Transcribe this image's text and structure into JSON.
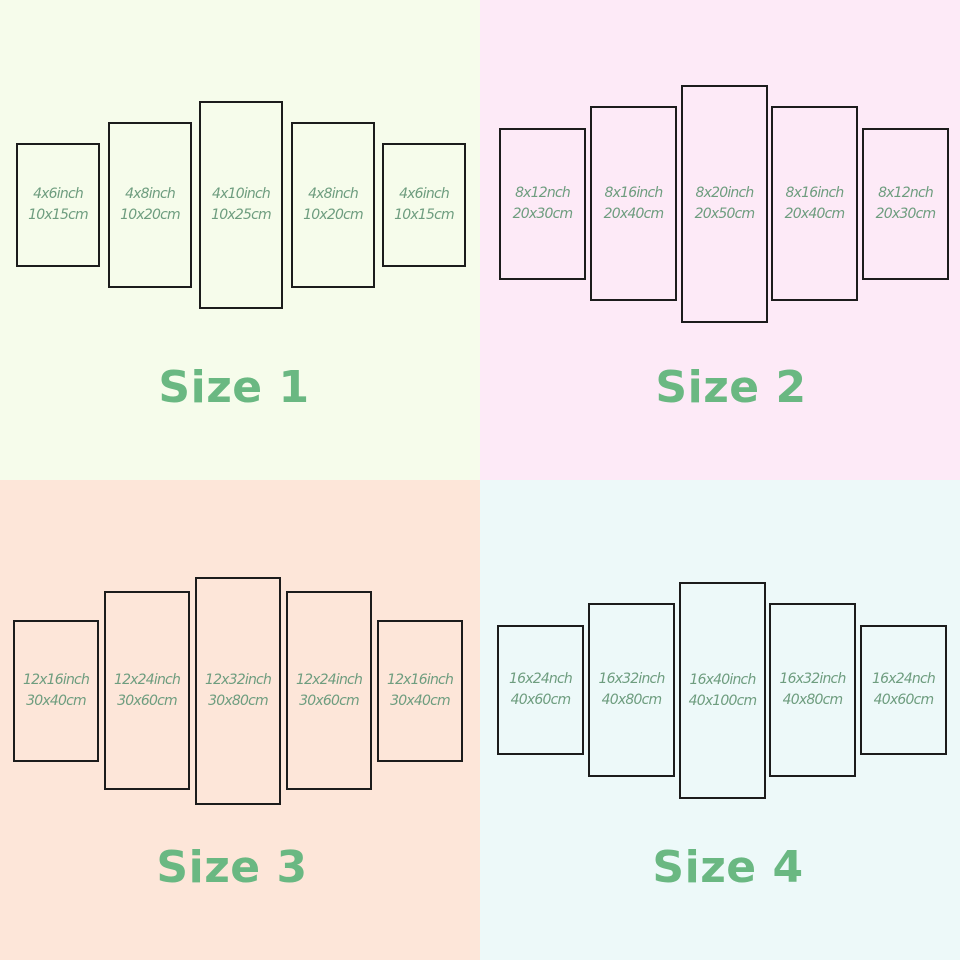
{
  "accent_color": "#6ab882",
  "quadrants": [
    {
      "title": "Size 1",
      "background": "#f6fceb",
      "panels": [
        {
          "inch": "4x6inch",
          "cm": "10x15cm"
        },
        {
          "inch": "4x8inch",
          "cm": "10x20cm"
        },
        {
          "inch": "4x10inch",
          "cm": "10x25cm"
        },
        {
          "inch": "4x8inch",
          "cm": "10x20cm"
        },
        {
          "inch": "4x6inch",
          "cm": "10x15cm"
        }
      ]
    },
    {
      "title": "Size 2",
      "background": "#fdeaf7",
      "panels": [
        {
          "inch": "8x12nch",
          "cm": "20x30cm"
        },
        {
          "inch": "8x16inch",
          "cm": "20x40cm"
        },
        {
          "inch": "8x20inch",
          "cm": "20x50cm"
        },
        {
          "inch": "8x16inch",
          "cm": "20x40cm"
        },
        {
          "inch": "8x12nch",
          "cm": "20x30cm"
        }
      ]
    },
    {
      "title": "Size 3",
      "background": "#fde6d9",
      "panels": [
        {
          "inch": "12x16inch",
          "cm": "30x40cm"
        },
        {
          "inch": "12x24inch",
          "cm": "30x60cm"
        },
        {
          "inch": "12x32inch",
          "cm": "30x80cm"
        },
        {
          "inch": "12x24inch",
          "cm": "30x60cm"
        },
        {
          "inch": "12x16inch",
          "cm": "30x40cm"
        }
      ]
    },
    {
      "title": "Size 4",
      "background": "#edf9f9",
      "panels": [
        {
          "inch": "16x24nch",
          "cm": "40x60cm"
        },
        {
          "inch": "16x32inch",
          "cm": "40x80cm"
        },
        {
          "inch": "16x40inch",
          "cm": "40x100cm"
        },
        {
          "inch": "16x32inch",
          "cm": "40x80cm"
        },
        {
          "inch": "16x24nch",
          "cm": "40x60cm"
        }
      ]
    }
  ]
}
